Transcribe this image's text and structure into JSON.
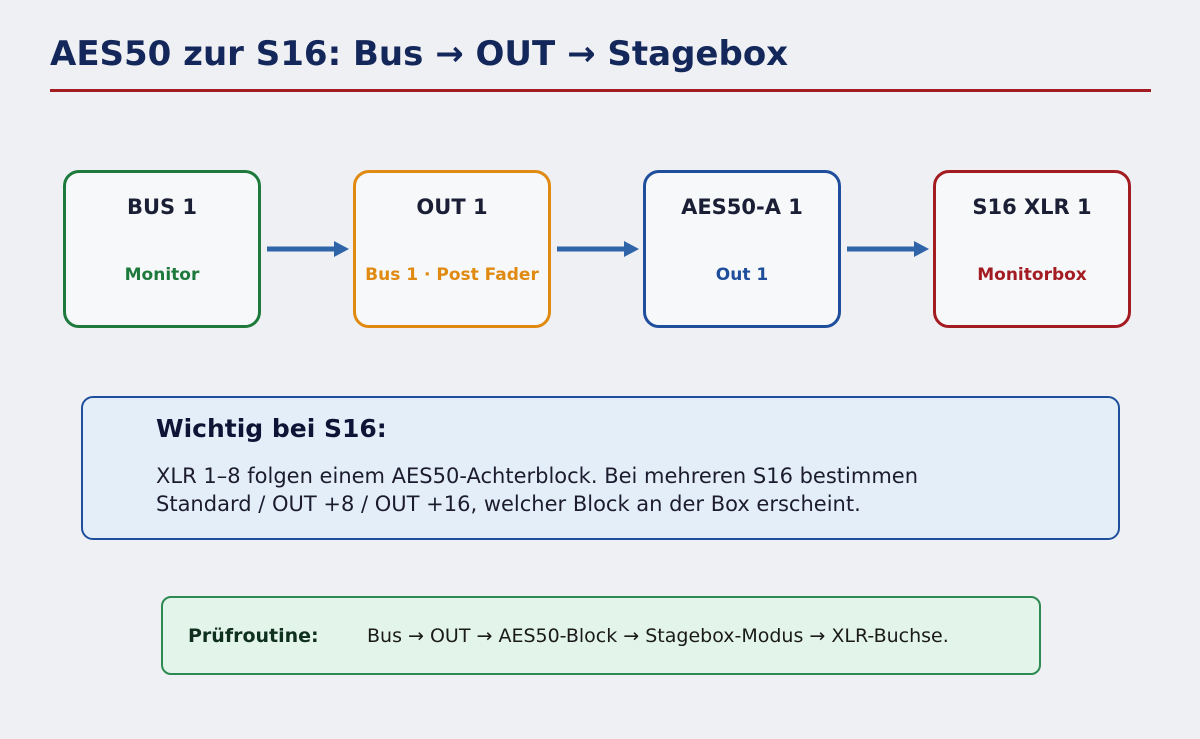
{
  "title": "AES50 zur S16: Bus → OUT → Stagebox",
  "colors": {
    "title": "#14275a",
    "rule": "#a31c22",
    "arrow": "#2f65a8",
    "info_border": "#1f4f9c",
    "info_background": "#e3eef9",
    "check_border": "#2e8a52",
    "check_background": "#e3f4ea"
  },
  "flow": [
    {
      "label": "BUS 1",
      "sublabel": "Monitor",
      "color": "#1e7a3c"
    },
    {
      "label": "OUT 1",
      "sublabel": "Bus 1 · Post Fader",
      "color": "#e08a12"
    },
    {
      "label": "AES50-A 1",
      "sublabel": "Out 1",
      "color": "#1f4f9c"
    },
    {
      "label": "S16 XLR 1",
      "sublabel": "Monitorbox",
      "color": "#a31c22"
    }
  ],
  "info": {
    "title": "Wichtig bei S16:",
    "line1": "XLR 1–8 folgen einem AES50-Achterblock. Bei mehreren S16 bestimmen",
    "line2": "Standard / OUT +8 / OUT +16, welcher Block an der Box erscheint."
  },
  "check": {
    "label": "Prüfroutine:",
    "text": "Bus → OUT → AES50-Block → Stagebox-Modus → XLR-Buchse."
  }
}
